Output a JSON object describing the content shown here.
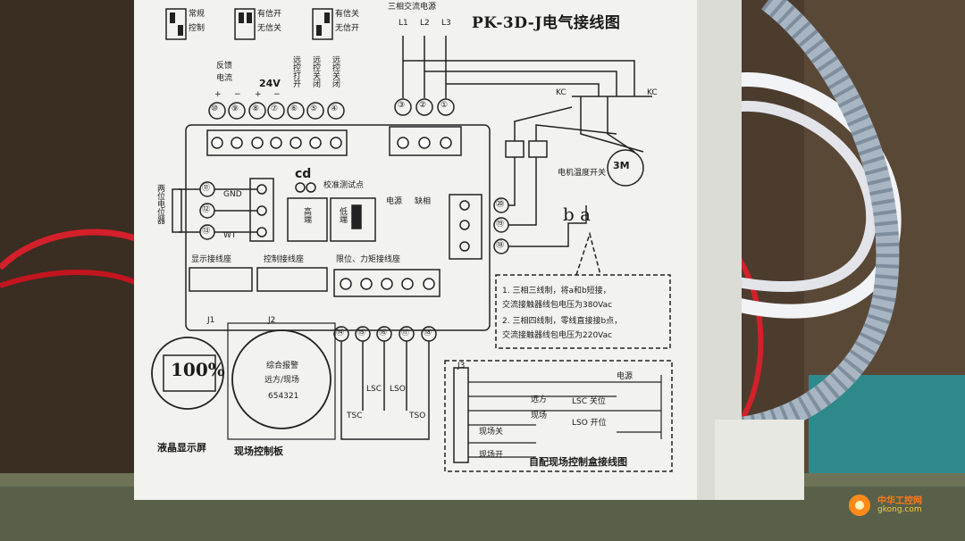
{
  "title": "PK-3D-J电气接线图",
  "switch_legend": [
    "常规",
    "控制",
    "有信开",
    "无信关",
    "有信关",
    "无信开"
  ],
  "three_phase": "三相交流电源",
  "phase_labels": [
    "L1",
    "L2",
    "L3"
  ],
  "top_terminals": [
    "⑩",
    "⑨",
    "⑧",
    "⑦",
    "⑥",
    "⑤",
    "④"
  ],
  "phase_terminals": [
    "③",
    "②",
    "①"
  ],
  "terminal_headers": [
    "反馈",
    "电流",
    "24V",
    "远控打开",
    "远控关闭",
    "远控关闭"
  ],
  "plus_minus": [
    "+",
    "−",
    "+",
    "−"
  ],
  "pot_label": "两位电位器",
  "gnd": "GND",
  "wt": "WT",
  "pot_terminals": [
    "⑪",
    "⑫",
    "⑬"
  ],
  "cd_label": "cd",
  "test_point": "校准测试点",
  "high": "高端",
  "low": "低端",
  "power": "电源",
  "phase_loss": "缺相",
  "kc_label": "KC",
  "motor": "3M",
  "motor_switch": "电机温度开关",
  "ba_label": "b a",
  "right_terminals": [
    "⑳",
    "⑲",
    "⑱"
  ],
  "display_board": "显示接线座",
  "control_board": "控制接线座",
  "limit_board": "限位、力矩接线座",
  "bottom_terminals": [
    "⑭",
    "⑮",
    "⑯",
    "⑰",
    "⑱"
  ],
  "j1": "J1",
  "j2": "J2",
  "j3": "J3",
  "lcd_percent": "100%",
  "switch_labels": [
    "TSC",
    "LSC",
    "LSO",
    "TSO"
  ],
  "panel_texts": [
    "综合报警",
    "远方/现场",
    "654321"
  ],
  "note_lines": [
    "1. 三相三线制，将a和b短接，",
    "交流接触器线包电压为380Vac",
    "2. 三相四线制，零线直接接b点，",
    "交流接触器线包电压为220Vac"
  ],
  "lcd_caption": "液晶显示屏",
  "panel_caption": "现场控制板",
  "box_caption": "自配现场控制盒接线图",
  "box_items": [
    "电源",
    "远方",
    "LSC 关位",
    "LSO 开位",
    "现场关",
    "现场开",
    "现场"
  ],
  "watermark_1": "中华工控网",
  "watermark_2": "gkong.com"
}
